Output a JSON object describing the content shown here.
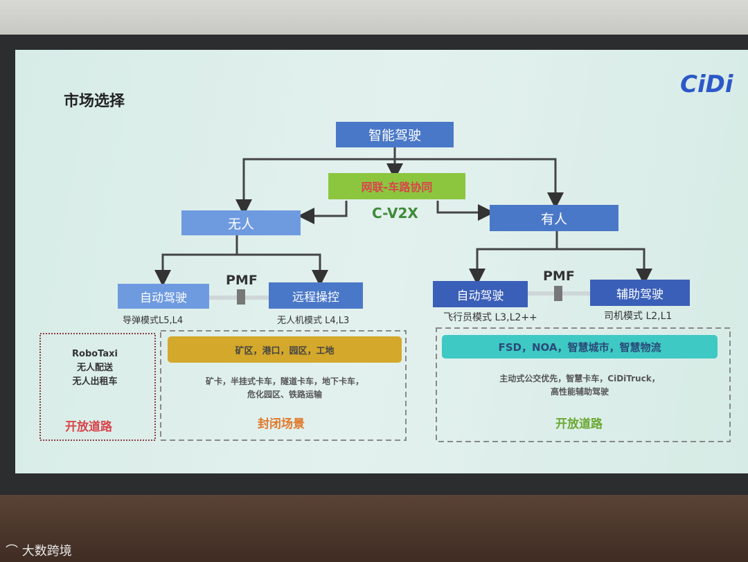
{
  "slide": {
    "title": "市场选择",
    "logo": "CiDi",
    "root": "智能驾驶",
    "middle": "网联-车路协同",
    "cv2x": "C-V2X",
    "left": {
      "label": "无人",
      "pmf": "PMF",
      "children": [
        {
          "label": "自动驾驶",
          "mode": "导弹模式L5,L4"
        },
        {
          "label": "远程操控",
          "mode": "无人机模式 L4,L3"
        }
      ]
    },
    "right": {
      "label": "有人",
      "pmf": "PMF",
      "children": [
        {
          "label": "自动驾驶",
          "mode": "飞行员模式 L3,L2++"
        },
        {
          "label": "辅助驾驶",
          "mode": "司机模式 L2,L1"
        }
      ]
    },
    "panel_open_left": {
      "lines": [
        "RoboTaxi",
        "无人配送",
        "无人出租车"
      ],
      "footer": "开放道路"
    },
    "panel_closed": {
      "banner": "矿区，港口，园区，工地",
      "lines": [
        "矿卡，半挂式卡车，隧道卡车，地下卡车，",
        "危化园区、铁路运输"
      ],
      "footer": "封闭场景"
    },
    "panel_open_right": {
      "banner": "FSD，NOA，智慧城市，智慧物流",
      "lines": [
        "主动式公交优先，智慧卡车，CiDiTruck，",
        "高性能辅助驾驶"
      ],
      "footer": "开放道路"
    }
  },
  "watermark": "大数跨境",
  "colors": {
    "box": "#4a78c8",
    "middle": "#8cc63f",
    "closed_banner": "#d4a82a",
    "open_banner": "#3ec9c4",
    "red": "#d9444a",
    "orange": "#e0782a",
    "green": "#6aa832"
  }
}
